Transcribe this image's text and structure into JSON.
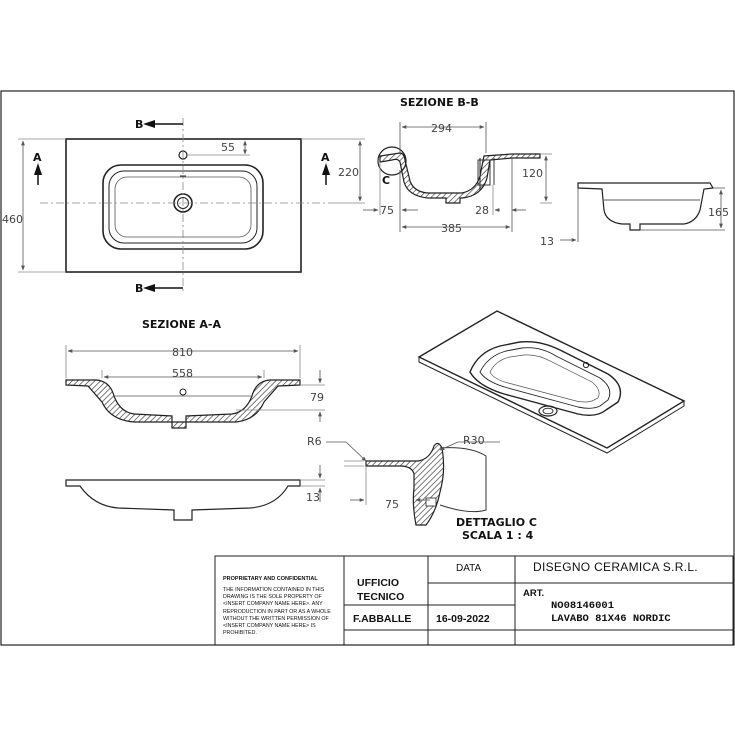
{
  "views": {
    "sezione_bb_title": "SEZIONE B-B",
    "sezione_aa_title": "SEZIONE A-A",
    "dettaglio_title": "DETTAGLIO C",
    "dettaglio_scale": "SCALA 1 : 4",
    "section_mark_a": "A",
    "section_mark_b": "B",
    "detail_mark_c": "C"
  },
  "dimensions": {
    "top_width": "460",
    "top_hole_offset": "55",
    "top_depth_half": "220",
    "bb_width_294": "294",
    "bb_height_120": "120",
    "bb_75": "75",
    "bb_28": "28",
    "bb_385": "385",
    "side_165": "165",
    "side_13": "13",
    "aa_810": "810",
    "aa_558": "558",
    "aa_79": "79",
    "front_13": "13",
    "detail_r6": "R6",
    "detail_r30": "R30",
    "detail_75": "75"
  },
  "title_block": {
    "proprietary_heading": "PROPRIETARY AND CONFIDENTIAL",
    "proprietary_lines": [
      "THE INFORMATION CONTAINED IN THIS",
      "DRAWING IS THE SOLE PROPERTY OF",
      "<INSERT COMPANY NAME HERE>.  ANY",
      "REPRODUCTION IN PART OR AS A WHOLE",
      "WITHOUT THE WRITTEN PERMISSION OF",
      "<INSERT COMPANY NAME HERE> IS",
      "PROHIBITED."
    ],
    "department_line1": "UFFICIO",
    "department_line2": "TECNICO",
    "author": "F.ABBALLE",
    "date_label": "DATA",
    "date": "16-09-2022",
    "company": "DISEGNO CERAMICA S.R.L.",
    "art_label": "ART.",
    "article_code": "NO08146001",
    "article_name": "LAVABO 81X46 NORDIC"
  }
}
